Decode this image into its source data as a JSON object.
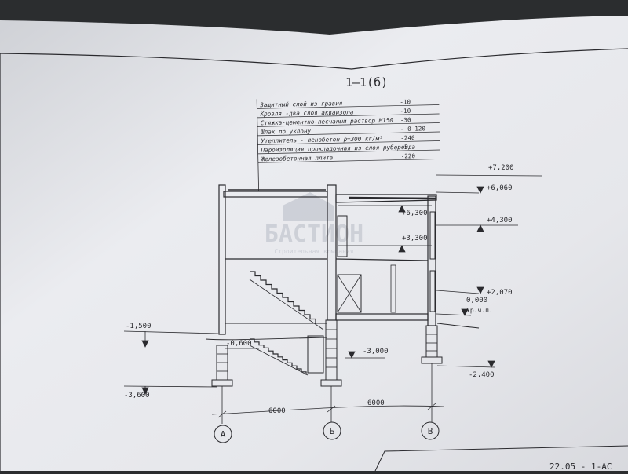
{
  "drawing": {
    "section_title": "1–1(б)",
    "roof_layers": [
      {
        "label": "Защитный слой из гравия",
        "value": "-10"
      },
      {
        "label": "Кровля -два слоя акваизола",
        "value": "-10"
      },
      {
        "label": "Стяжка-цементно-песчаный раствор М150",
        "value": "-30"
      },
      {
        "label": "Шлак по уклону",
        "value": "- 0-120"
      },
      {
        "label": "Утеплитель - пенобетон ρ=300 кг/м³",
        "value": "-240"
      },
      {
        "label": "Пароизоляция прокладочная из слоя рубероида",
        "value": "-5"
      },
      {
        "label": "Железобетонная плита",
        "value": "-220"
      }
    ],
    "elevations_right": [
      "+7,200",
      "+6,060",
      "+6,300",
      "+4,300",
      "+3,300",
      "+2,070",
      "0,000",
      "Ур.ч.п.",
      "-2,400"
    ],
    "elevations_left": [
      "-1,500",
      "-0,600",
      "-3,600"
    ],
    "elevation_mid": "-3,000",
    "dimensions": [
      "6000",
      "6000"
    ],
    "axes": [
      "А",
      "Б",
      "В"
    ],
    "watermark": {
      "line1": "БАСТИОН",
      "line2": "Строительная компания"
    },
    "stamp_fragment": "22.05 - 1-АС"
  },
  "colors": {
    "paper": "#e9eaee",
    "ink": "#2a2a2e",
    "background": "#2b2d2f",
    "watermark": "#c9ccd4"
  }
}
